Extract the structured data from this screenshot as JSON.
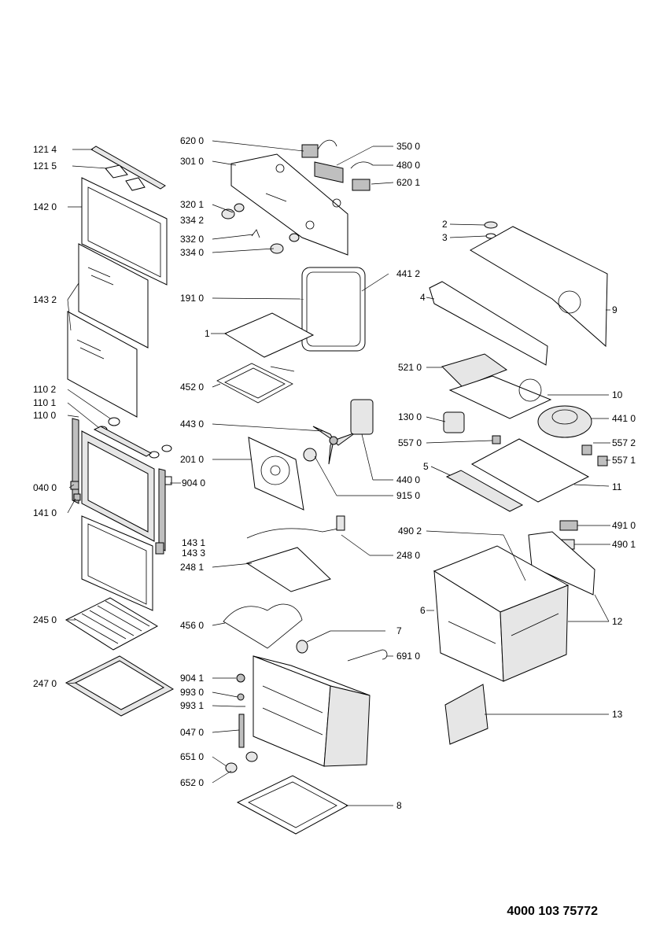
{
  "callouts": [
    {
      "id": "c-121-4",
      "label": "121 4"
    },
    {
      "id": "c-121-5",
      "label": "121 5"
    },
    {
      "id": "c-142-0",
      "label": "142 0"
    },
    {
      "id": "c-143-2",
      "label": "143 2"
    },
    {
      "id": "c-110-2",
      "label": "110 2"
    },
    {
      "id": "c-110-1",
      "label": "110 1"
    },
    {
      "id": "c-110-0",
      "label": "110 0"
    },
    {
      "id": "c-040-0",
      "label": "040 0"
    },
    {
      "id": "c-141-0",
      "label": "141 0"
    },
    {
      "id": "c-245-0",
      "label": "245 0"
    },
    {
      "id": "c-247-0",
      "label": "247 0"
    },
    {
      "id": "c-620-0",
      "label": "620 0"
    },
    {
      "id": "c-301-0",
      "label": "301 0"
    },
    {
      "id": "c-320-1",
      "label": "320 1"
    },
    {
      "id": "c-334-2",
      "label": "334 2"
    },
    {
      "id": "c-332-0",
      "label": "332 0"
    },
    {
      "id": "c-334-0",
      "label": "334 0"
    },
    {
      "id": "c-191-0",
      "label": "191 0"
    },
    {
      "id": "c-1",
      "label": "1"
    },
    {
      "id": "c-452-0",
      "label": "452 0"
    },
    {
      "id": "c-443-0",
      "label": "443 0"
    },
    {
      "id": "c-201-0",
      "label": "201 0"
    },
    {
      "id": "c-904-0",
      "label": "904 0"
    },
    {
      "id": "c-143-1",
      "label": "143 1"
    },
    {
      "id": "c-143-3",
      "label": "143 3"
    },
    {
      "id": "c-248-1",
      "label": "248 1"
    },
    {
      "id": "c-456-0",
      "label": "456 0"
    },
    {
      "id": "c-904-1",
      "label": "904 1"
    },
    {
      "id": "c-993-0",
      "label": "993 0"
    },
    {
      "id": "c-993-1",
      "label": "993 1"
    },
    {
      "id": "c-047-0",
      "label": "047 0"
    },
    {
      "id": "c-651-0",
      "label": "651 0"
    },
    {
      "id": "c-652-0",
      "label": "652 0"
    },
    {
      "id": "c-350-0",
      "label": "350 0"
    },
    {
      "id": "c-480-0",
      "label": "480 0"
    },
    {
      "id": "c-620-1",
      "label": "620 1"
    },
    {
      "id": "c-441-2",
      "label": "441 2"
    },
    {
      "id": "c-440-0",
      "label": "440 0"
    },
    {
      "id": "c-915-0",
      "label": "915 0"
    },
    {
      "id": "c-248-0",
      "label": "248 0"
    },
    {
      "id": "c-7",
      "label": "7"
    },
    {
      "id": "c-691-0",
      "label": "691 0"
    },
    {
      "id": "c-8",
      "label": "8"
    },
    {
      "id": "c-2",
      "label": "2"
    },
    {
      "id": "c-3",
      "label": "3"
    },
    {
      "id": "c-4",
      "label": "4"
    },
    {
      "id": "c-9",
      "label": "9"
    },
    {
      "id": "c-521-0",
      "label": "521 0"
    },
    {
      "id": "c-10",
      "label": "10"
    },
    {
      "id": "c-130-0",
      "label": "130 0"
    },
    {
      "id": "c-441-0",
      "label": "441 0"
    },
    {
      "id": "c-557-0",
      "label": "557 0"
    },
    {
      "id": "c-557-2",
      "label": "557 2"
    },
    {
      "id": "c-557-1",
      "label": "557 1"
    },
    {
      "id": "c-5",
      "label": "5"
    },
    {
      "id": "c-11",
      "label": "11"
    },
    {
      "id": "c-490-2",
      "label": "490 2"
    },
    {
      "id": "c-491-0",
      "label": "491 0"
    },
    {
      "id": "c-490-1",
      "label": "490 1"
    },
    {
      "id": "c-6",
      "label": "6"
    },
    {
      "id": "c-12",
      "label": "12"
    },
    {
      "id": "c-13",
      "label": "13"
    }
  ],
  "document_number": "4000 103 75772"
}
